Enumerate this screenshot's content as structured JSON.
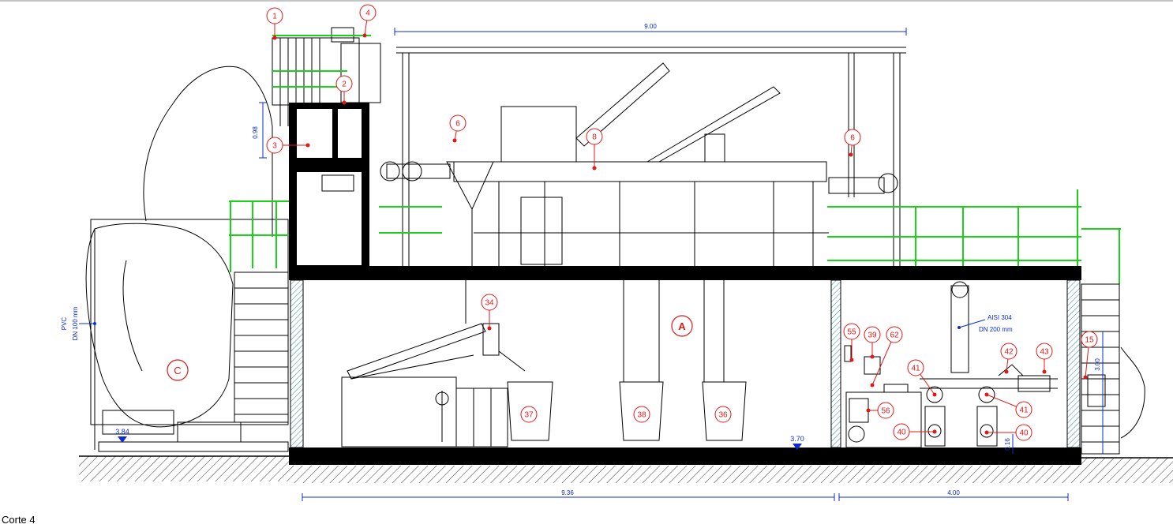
{
  "caption": "Corte 4",
  "colors": {
    "line": "#000000",
    "rail": "#19d219",
    "dimension": "#0a2bd6",
    "callout": "#e01818",
    "wall_fill": "#000000",
    "hatch": "#3a3a3a",
    "insulation": "#2a8a8a"
  },
  "dimensions": {
    "top_span": "9.00",
    "left_height": "0.98",
    "bottom_left": "9.36",
    "bottom_right": "4.00",
    "right_height": "3.00",
    "small_height": "0.16"
  },
  "levels": {
    "left": "3.84",
    "center": "3.70"
  },
  "notes": {
    "pipe_material": "PVC",
    "pipe_size": "DN 100 mm",
    "steel_material": "AISI 304",
    "steel_size": "DN 200 mm"
  },
  "callouts": [
    {
      "id": "c1",
      "label": "1"
    },
    {
      "id": "c2",
      "label": "2"
    },
    {
      "id": "c3",
      "label": "3"
    },
    {
      "id": "c4",
      "label": "4"
    },
    {
      "id": "c6a",
      "label": "6"
    },
    {
      "id": "c6b",
      "label": "6"
    },
    {
      "id": "c8",
      "label": "8"
    },
    {
      "id": "c15",
      "label": "15"
    },
    {
      "id": "c34",
      "label": "34"
    },
    {
      "id": "c36",
      "label": "36"
    },
    {
      "id": "c37",
      "label": "37"
    },
    {
      "id": "c38",
      "label": "38"
    },
    {
      "id": "c39",
      "label": "39"
    },
    {
      "id": "c40a",
      "label": "40"
    },
    {
      "id": "c40b",
      "label": "40"
    },
    {
      "id": "c41a",
      "label": "41"
    },
    {
      "id": "c41b",
      "label": "41"
    },
    {
      "id": "c42",
      "label": "42"
    },
    {
      "id": "c43",
      "label": "43"
    },
    {
      "id": "c55",
      "label": "55"
    },
    {
      "id": "c56",
      "label": "56"
    },
    {
      "id": "c62",
      "label": "62"
    }
  ],
  "zones": {
    "room_a": "A",
    "area_c": "C"
  }
}
